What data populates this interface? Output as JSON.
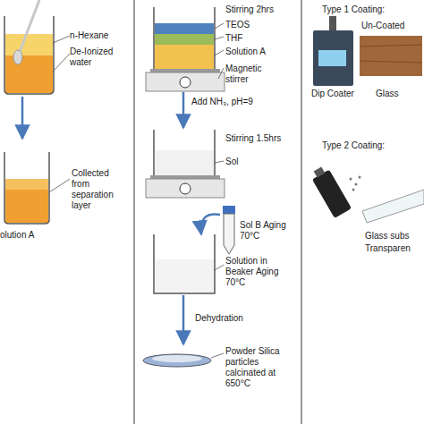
{
  "diagram": {
    "nodes": [
      {
        "text": [
          "n-Hexane",
          "De-Ionized water"
        ]
      },
      {
        "text": [
          "Collected from separation layer",
          "olution A"
        ]
      },
      {
        "text": [
          "Stirring 2hrs",
          "TEOS",
          "THF",
          "Solution A",
          "Magnetic stirrer"
        ]
      },
      {
        "text": [
          "Stirring 1.5hrs",
          "Sol"
        ]
      },
      {
        "text": [
          "Sol B Aging 70°C"
        ]
      },
      {
        "text": [
          "Solution in Beaker Aging 70°C"
        ]
      },
      {
        "text": [
          "Powder Silica particles calcinated at 650°C"
        ]
      },
      {
        "text": [
          "Type 1 Coating:",
          "Dip Coater",
          "Un-Coated",
          "Glass"
        ]
      },
      {
        "text": [
          "Type 2 Coating:",
          "Glass subs",
          "Transparen"
        ]
      }
    ],
    "edges": [
      {
        "from": 0,
        "to": 1,
        "arrow": "to"
      },
      {
        "from": 2,
        "to": 3,
        "label": "Add NH₃, pH=9",
        "arrow": "to"
      },
      {
        "from": 4,
        "to": 5,
        "arrow": "to"
      },
      {
        "from": 5,
        "to": 6,
        "label": "Dehydration",
        "arrow": "to"
      }
    ]
  }
}
